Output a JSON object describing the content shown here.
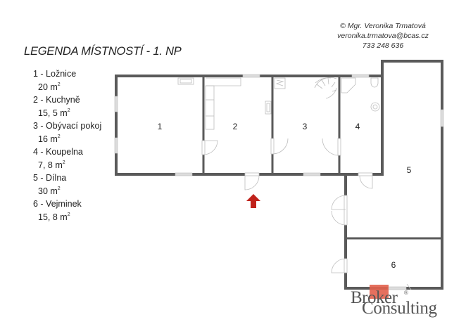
{
  "credits": {
    "author": "© Mgr. Veronika Trmatová",
    "email": "veronika.trmatova@bcas.cz",
    "phone": "733 248 636"
  },
  "legend": {
    "title": "LEGENDA MÍSTNOSTÍ - 1. NP",
    "rooms": [
      {
        "number": "1",
        "name": "1 - Ložnice",
        "area": "20 m",
        "unit_sup": "2"
      },
      {
        "number": "2",
        "name": "2 - Kuchyně",
        "area": "15, 5 m",
        "unit_sup": "2"
      },
      {
        "number": "3",
        "name": "3 - Obývací pokoj",
        "area": "16 m",
        "unit_sup": "2"
      },
      {
        "number": "4",
        "name": "4 - Koupelna",
        "area": "7, 8 m",
        "unit_sup": "2"
      },
      {
        "number": "5",
        "name": "5 - Dílna",
        "area": "30 m",
        "unit_sup": "2"
      },
      {
        "number": "6",
        "name": "6 - Vejminek",
        "area": "15, 8 m",
        "unit_sup": "2"
      }
    ]
  },
  "plan": {
    "labels": {
      "r1": "1",
      "r2": "2",
      "r3": "3",
      "r4": "4",
      "r5": "5",
      "r6": "6"
    },
    "entrance_arrow_color": "#c0221b",
    "wall_color": "#5a5a5a"
  },
  "logo": {
    "line1": "Broker",
    "line2": "Consulting",
    "registered": "®",
    "accent_color": "#e2604c"
  }
}
